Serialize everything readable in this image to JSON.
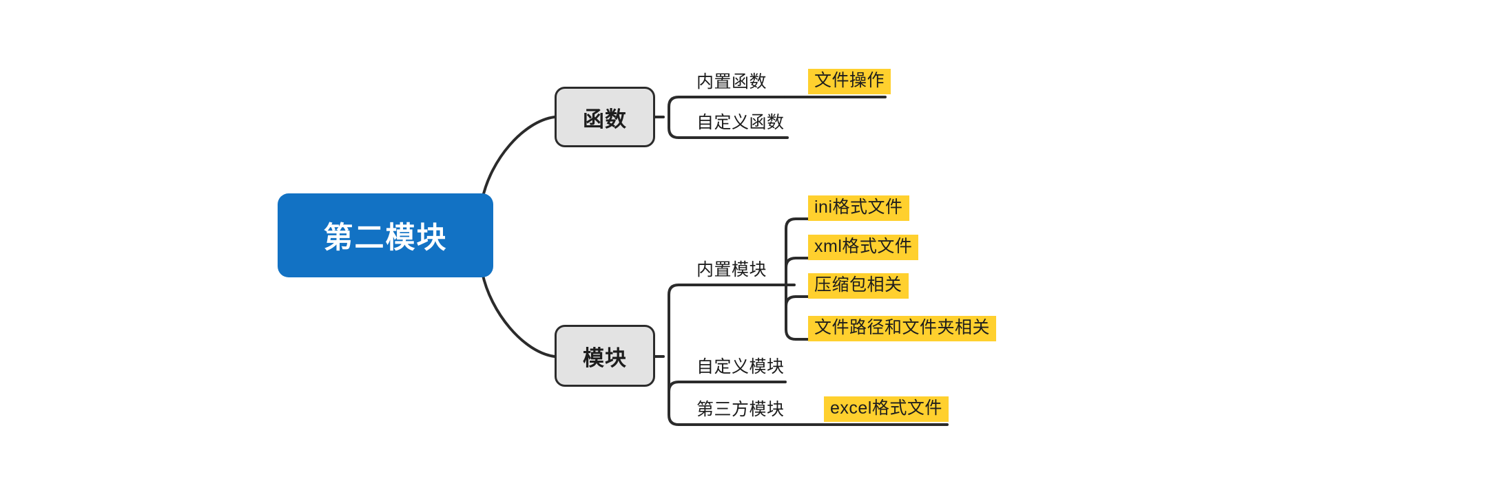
{
  "document": {
    "type": "mindmap",
    "title": "第二模块",
    "background_color": "#ffffff"
  },
  "colors": {
    "root_fill": "#1272c4",
    "root_text": "#ffffff",
    "branch_fill": "#e3e3e3",
    "branch_border": "#2b2b2b",
    "branch_text": "#1d1d1d",
    "highlight_fill": "#ffd02e",
    "leaf_text": "#1d1d1d",
    "edge_stroke": "#2b2b2b"
  },
  "root": {
    "label": "第二模块"
  },
  "branches": [
    {
      "id": "functions",
      "label": "函数",
      "children": [
        {
          "id": "builtin-functions",
          "label": "内置函数",
          "highlight": false,
          "children": [
            {
              "id": "file-operations",
              "label": "文件操作",
              "highlight": true
            }
          ]
        },
        {
          "id": "custom-functions",
          "label": "自定义函数",
          "highlight": false,
          "children": []
        }
      ]
    },
    {
      "id": "modules",
      "label": "模块",
      "children": [
        {
          "id": "builtin-modules",
          "label": "内置模块",
          "highlight": false,
          "children": [
            {
              "id": "ini-files",
              "label": "ini格式文件",
              "highlight": true
            },
            {
              "id": "xml-files",
              "label": "xml格式文件",
              "highlight": true
            },
            {
              "id": "archive-related",
              "label": "压缩包相关",
              "highlight": true
            },
            {
              "id": "path-folder-related",
              "label": "文件路径和文件夹相关",
              "highlight": true
            }
          ]
        },
        {
          "id": "custom-modules",
          "label": "自定义模块",
          "highlight": false,
          "children": []
        },
        {
          "id": "third-party-modules",
          "label": "第三方模块",
          "highlight": false,
          "children": [
            {
              "id": "excel-files",
              "label": "excel格式文件",
              "highlight": true
            }
          ]
        }
      ]
    }
  ]
}
